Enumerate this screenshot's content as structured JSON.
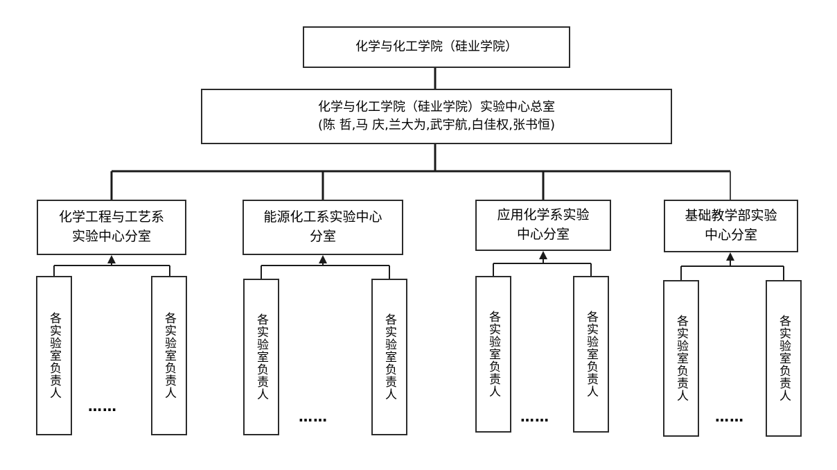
{
  "root": {
    "label": "化学与化工学院（硅业学院）"
  },
  "center": {
    "line1": "化学与化工学院（硅业学院）实验中心总室",
    "line2": "(陈 哲,马 庆,兰大为,武宇航,白佳权,张书恒)"
  },
  "departments": [
    {
      "line1": "化学工程与工艺系",
      "line2": "实验中心分室",
      "leaves": [
        "各实验室负责人",
        "各实验室负责人"
      ],
      "ellipsis": "……"
    },
    {
      "line1": "能源化工系实验中心",
      "line2": "分室",
      "leaves": [
        "各实验室负责人",
        "各实验室负责人"
      ],
      "ellipsis": "……"
    },
    {
      "line1": "应用化学系实验",
      "line2": "中心分室",
      "leaves": [
        "各实验室负责人",
        "各实验室负责人"
      ],
      "ellipsis": "……"
    },
    {
      "line1": "基础教学部实验",
      "line2": "中心分室",
      "leaves": [
        "各实验室负责人",
        "各实验室负责人"
      ],
      "ellipsis": "……"
    }
  ]
}
